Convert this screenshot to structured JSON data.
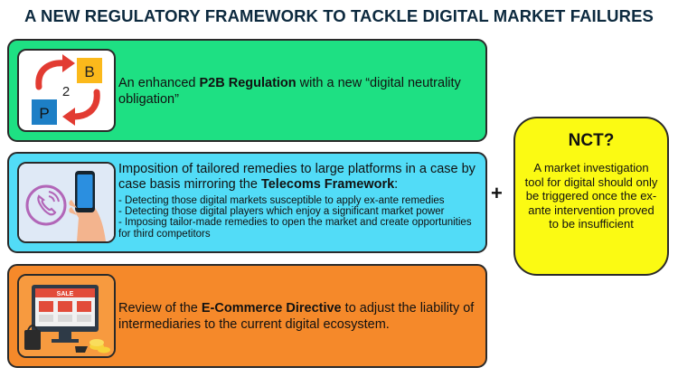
{
  "title": "A NEW REGULATORY FRAMEWORK TO TACKLE DIGITAL MARKET FAILURES",
  "box1": {
    "pre": "An enhanced ",
    "bold": "P2B Regulation",
    "post": " with a new “digital neutrality obligation”",
    "icon": {
      "letter_b": "B",
      "number": "2",
      "letter_p": "P"
    }
  },
  "box2": {
    "pre": "Imposition of tailored remedies to large platforms in a case by case basis mirroring the ",
    "bold": "Telecoms Framework",
    "post": ":",
    "bullets": [
      "- Detecting those digital markets susceptible to apply ex-ante remedies",
      "- Detecting those digital players which enjoy a significant market power",
      "- Imposing tailor-made remedies to open the market and create opportunities for third competitors"
    ]
  },
  "box3": {
    "pre": "Review of the ",
    "bold": "E-Commerce Directive",
    "post": " to adjust the liability of intermediaries to the current digital ecosystem.",
    "icon": {
      "sale_label": "SALE"
    }
  },
  "plus": "+",
  "nct": {
    "title": "NCT?",
    "text": "A market investigation tool for digital should only be triggered once the ex-ante intervention proved to be insufficient"
  },
  "colors": {
    "green": "#1ee083",
    "blue": "#52dcf7",
    "orange": "#f5892a",
    "yellow": "#fbfa13",
    "title": "#0d2a3f"
  }
}
